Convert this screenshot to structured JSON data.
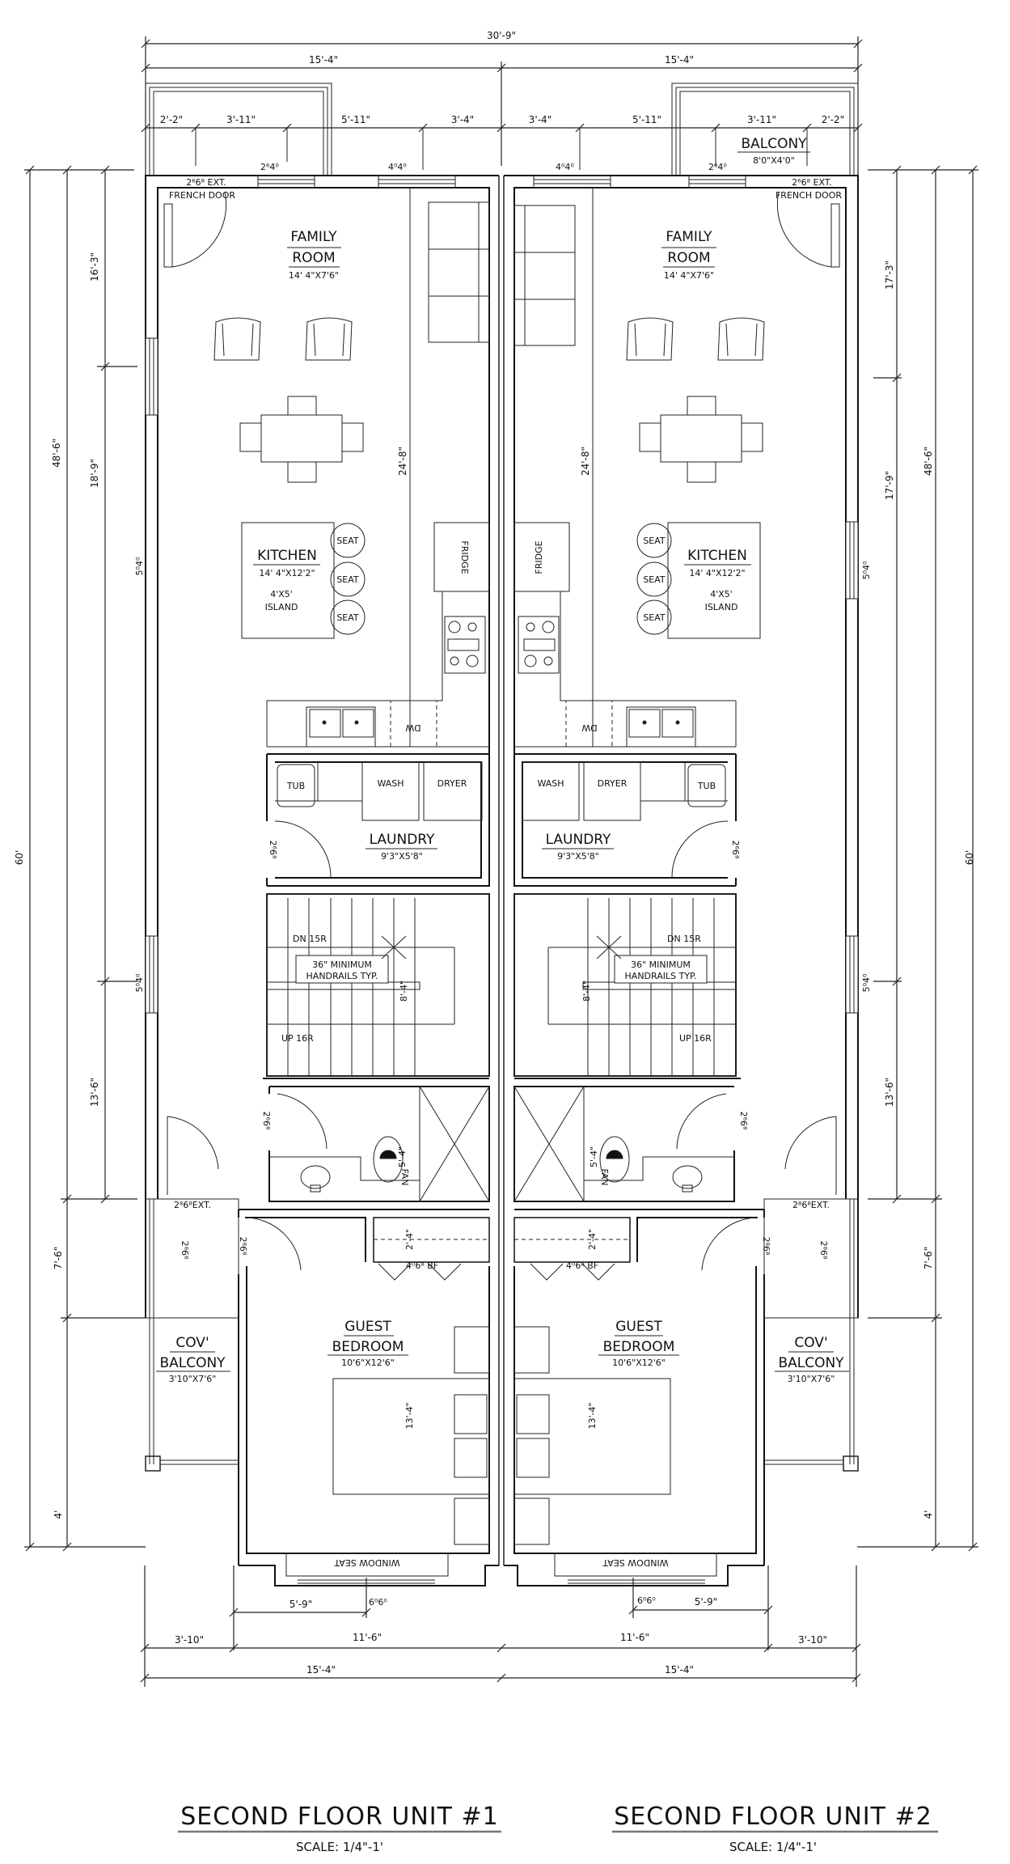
{
  "drawing": {
    "overall_width": "30'-9\"",
    "unit_width_top": [
      "15'-4\"",
      "15'-4\""
    ],
    "unit_width_bottom": [
      "15'-4\"",
      "15'-4\""
    ],
    "top_segments_unit1": [
      "2'-2\"",
      "3'-11\"",
      "5'-11\"",
      "3'-4\""
    ],
    "top_segments_unit2": [
      "3'-4\"",
      "5'-11\"",
      "3'-11\"",
      "2'-2\""
    ],
    "bottom_segments_unit1": [
      "3'-10\"",
      "11'-6\""
    ],
    "bottom_segments_unit2": [
      "11'-6\"",
      "3'-10\""
    ],
    "bottom_window_offset": "5'-9\"",
    "left_dims": {
      "overall": "60'",
      "mid": "48'-6\"",
      "upper": "16'-3\"",
      "middle": "18'-9\"",
      "lower": "13'-6\"",
      "balcony": "7'-6\"",
      "bottom": "4'"
    },
    "right_dims": {
      "overall": "60'",
      "mid": "48'-6\"",
      "upper": "17'-3\"",
      "middle": "17'-9\"",
      "lower": "13'-6\"",
      "balcony": "7'-6\"",
      "bottom": "4'"
    },
    "interior_dims": {
      "family_kitchen": "24'-8\"",
      "stairs": "8'-4\"",
      "bath": "5'-4\"",
      "closet": "2'-4\"",
      "bedroom": "13'-4\""
    }
  },
  "windows": {
    "balcony_window": "2⁶4⁰",
    "family_window": "4⁰4⁰",
    "side_window": "5⁰4⁰",
    "rear_window": "6⁰6⁰"
  },
  "doors": {
    "french_door_line1": "2⁶6⁸ EXT.",
    "french_door_line2": "FRENCH DOOR",
    "interior_door": "2⁶6⁸",
    "bedroom_door": "2⁸6⁸",
    "ext_door": "2⁸6⁸EXT.",
    "closet_door": "4⁰6⁸ BF"
  },
  "rooms": {
    "balcony": {
      "name": "BALCONY",
      "size": "8'0\"X4'0\""
    },
    "family": {
      "name1": "FAMILY",
      "name2": "ROOM",
      "size": "14' 4\"X7'6\""
    },
    "kitchen": {
      "name": "KITCHEN",
      "size": "14' 4\"X12'2\"",
      "island1": "4'X5'",
      "island2": "ISLAND"
    },
    "seat": "SEAT",
    "fridge": "FRIDGE",
    "dw": "DW",
    "laundry": {
      "name": "LAUNDRY",
      "size": "9'3\"X5'8\"",
      "tub": "TUB",
      "wash": "WASH",
      "dryer": "DRYER"
    },
    "stairs": {
      "down": "DN 15R",
      "up": "UP 16R",
      "note1": "36\" MINIMUM",
      "note2": "HANDRAILS TYP."
    },
    "bath": {
      "fan": "FAN"
    },
    "bedroom": {
      "name1": "GUEST",
      "name2": "BEDROOM",
      "size": "10'6\"X12'6\""
    },
    "cov_balcony": {
      "name1": "COV'",
      "name2": "BALCONY",
      "size": "3'10\"X7'6\""
    },
    "window_seat": "WINDOW SEAT"
  },
  "titles": {
    "unit1": "SECOND FLOOR UNIT #1",
    "unit2": "SECOND FLOOR UNIT #2",
    "scale1": "SCALE: 1/4\"-1'",
    "scale2": "SCALE: 1/4\"-1'"
  }
}
